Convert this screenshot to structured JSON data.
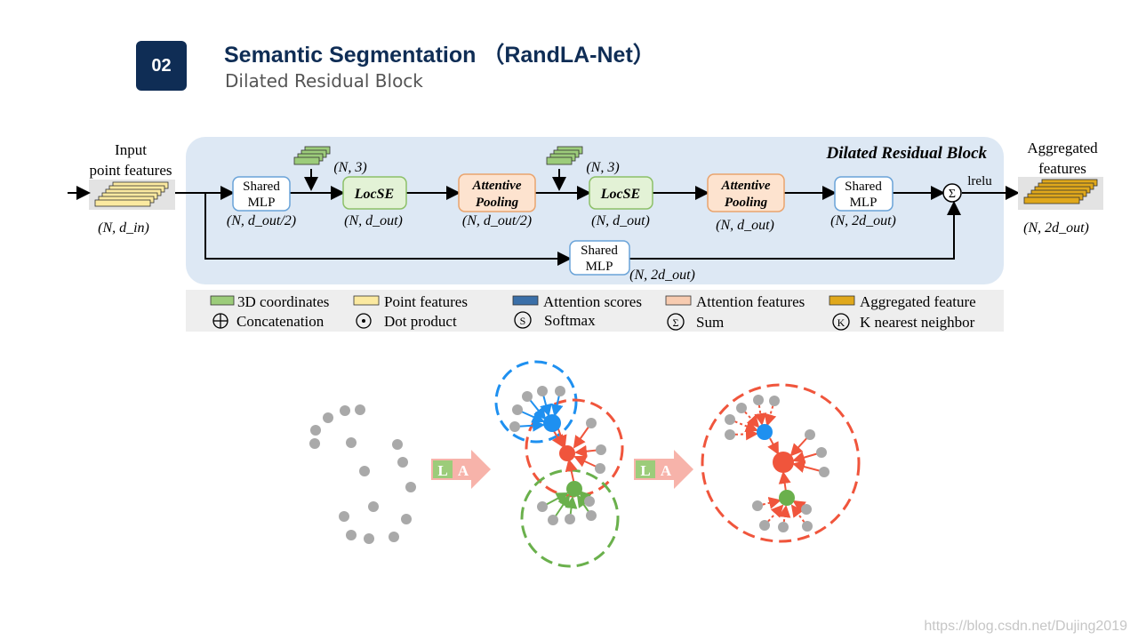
{
  "slide": {
    "number": "02",
    "title": "Semantic Segmentation （RandLA-Net）",
    "subtitle": "Dilated Residual Block",
    "watermark": "https://blog.csdn.net/Dujing2019"
  },
  "diagram": {
    "block_title": "Dilated Residual Block",
    "input": {
      "label_line1": "Input",
      "label_line2": "point features",
      "dim": "(N, d_in)"
    },
    "output": {
      "label_line1": "Aggregated",
      "label_line2": "features",
      "dim": "(N, 2d_out)"
    },
    "coord_dim_1": "(N, 3)",
    "coord_dim_2": "(N, 3)",
    "nodes": {
      "mlp1": {
        "line1": "Shared",
        "line2": "MLP",
        "dim": "(N, d_out/2)"
      },
      "locse1": {
        "label": "LocSE",
        "dim": "(N, d_out)"
      },
      "pool1": {
        "line1": "Attentive",
        "line2": "Pooling",
        "dim": "(N, d_out/2)"
      },
      "locse2": {
        "label": "LocSE",
        "dim": "(N, d_out)"
      },
      "pool2": {
        "line1": "Attentive",
        "line2": "Pooling",
        "dim": "(N, d_out)"
      },
      "mlp2": {
        "line1": "Shared",
        "line2": "MLP",
        "dim": "(N, 2d_out)"
      },
      "mlp_skip": {
        "line1": "Shared",
        "line2": "MLP",
        "dim": "(N, 2d_out)"
      }
    },
    "sum_symbol": "Σ",
    "activation": "lrelu",
    "legend": {
      "coords": "3D coordinates",
      "point_features": "Point features",
      "attention_scores": "Attention scores",
      "attention_features": "Attention features",
      "aggregated_feature": "Aggregated feature",
      "concatenation": "Concatenation",
      "dot_product": "Dot product",
      "softmax": "Softmax",
      "sum": "Sum",
      "knn": "K nearest neighbor",
      "softmax_symbol": "S",
      "sum_symbol": "Σ",
      "knn_symbol": "K"
    },
    "la_block_1": {
      "l": "L",
      "a": "A"
    },
    "la_block_2": {
      "l": "L",
      "a": "A"
    },
    "colors": {
      "panel": "#dde8f4",
      "box_border": "#6aa3d8",
      "locse_fill": "#e3f2d6",
      "locse_border": "#8cc068",
      "pool_fill": "#fde3cf",
      "pool_border": "#e9a46e",
      "coords": "#9ccc7a",
      "point_features": "#fbe9a0",
      "attention_scores": "#3a6fa8",
      "attention_features": "#f7cbb0",
      "aggregated": "#e0a81b",
      "blue_point": "#1e90f0",
      "red_point": "#f0553c",
      "green_point": "#6ab04c",
      "grey_point": "#a9a9a9"
    }
  }
}
